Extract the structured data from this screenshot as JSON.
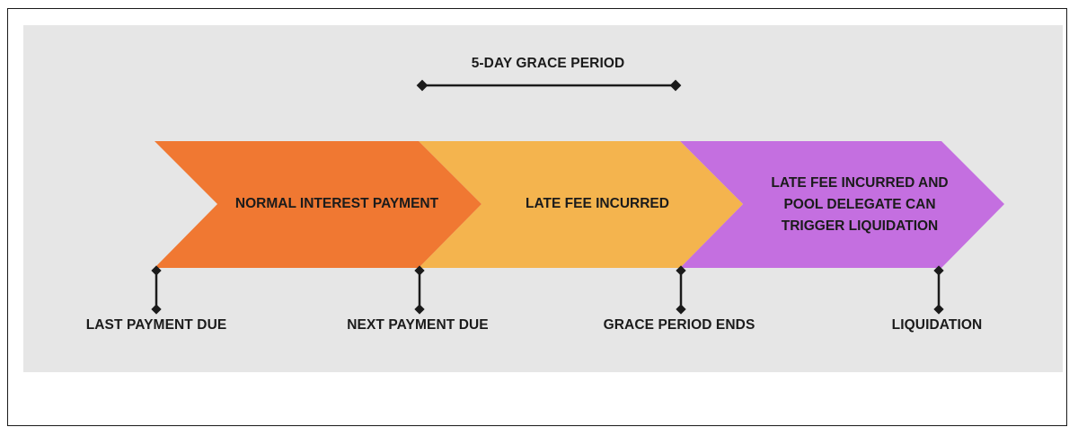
{
  "grace_period": {
    "label": "5-DAY GRACE PERIOD"
  },
  "segments": [
    {
      "label": "NORMAL INTEREST PAYMENT",
      "color": "#f07832"
    },
    {
      "label": "LATE FEE INCURRED",
      "color": "#f4b44e"
    },
    {
      "label": "LATE FEE INCURRED AND POOL DELEGATE CAN TRIGGER LIQUIDATION",
      "color": "#c46fe0"
    }
  ],
  "milestones": [
    {
      "label": "LAST PAYMENT DUE"
    },
    {
      "label": "NEXT PAYMENT DUE"
    },
    {
      "label": "GRACE PERIOD ENDS"
    },
    {
      "label": "LIQUIDATION"
    }
  ],
  "colors": {
    "panel": "#e6e6e6",
    "marker": "#1b1b1b"
  }
}
